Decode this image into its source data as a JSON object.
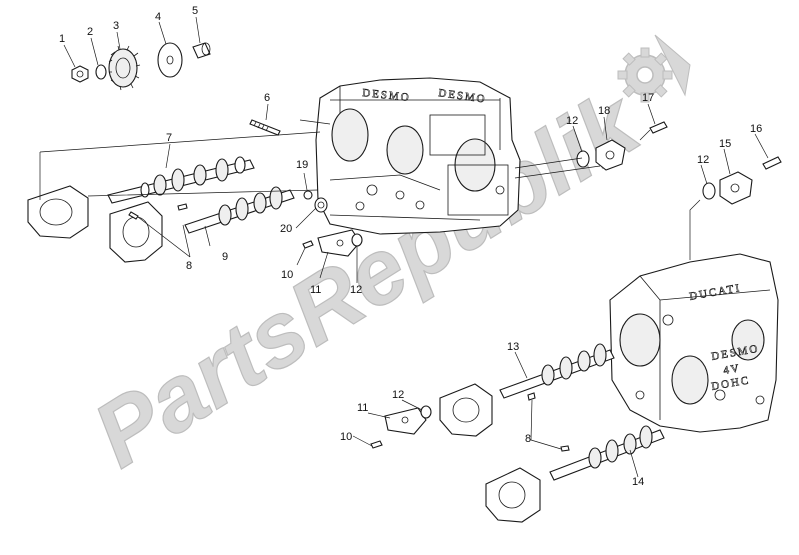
{
  "watermark": {
    "text": "PartsRepublik"
  },
  "embossed_text": {
    "upper_head": "DESMO",
    "lower_head_brand": "DUCATI",
    "lower_head_line1": "DESMO",
    "lower_head_line2": "4V",
    "lower_head_line3": "DOHC"
  },
  "callouts": [
    {
      "id": "c1",
      "label": "1"
    },
    {
      "id": "c2",
      "label": "2"
    },
    {
      "id": "c3",
      "label": "3"
    },
    {
      "id": "c4",
      "label": "4"
    },
    {
      "id": "c5",
      "label": "5"
    },
    {
      "id": "c6",
      "label": "6"
    },
    {
      "id": "c7",
      "label": "7"
    },
    {
      "id": "c8a",
      "label": "8"
    },
    {
      "id": "c9",
      "label": "9"
    },
    {
      "id": "c10a",
      "label": "10"
    },
    {
      "id": "c11a",
      "label": "11"
    },
    {
      "id": "c12a",
      "label": "12"
    },
    {
      "id": "c12b",
      "label": "12"
    },
    {
      "id": "c17",
      "label": "17"
    },
    {
      "id": "c18",
      "label": "18"
    },
    {
      "id": "c19",
      "label": "19"
    },
    {
      "id": "c20",
      "label": "20"
    },
    {
      "id": "c12c",
      "label": "12"
    },
    {
      "id": "c15",
      "label": "15"
    },
    {
      "id": "c16",
      "label": "16"
    },
    {
      "id": "c13",
      "label": "13"
    },
    {
      "id": "c12d",
      "label": "12"
    },
    {
      "id": "c11b",
      "label": "11"
    },
    {
      "id": "c10b",
      "label": "10"
    },
    {
      "id": "c8b",
      "label": "8"
    },
    {
      "id": "c14",
      "label": "14"
    }
  ]
}
